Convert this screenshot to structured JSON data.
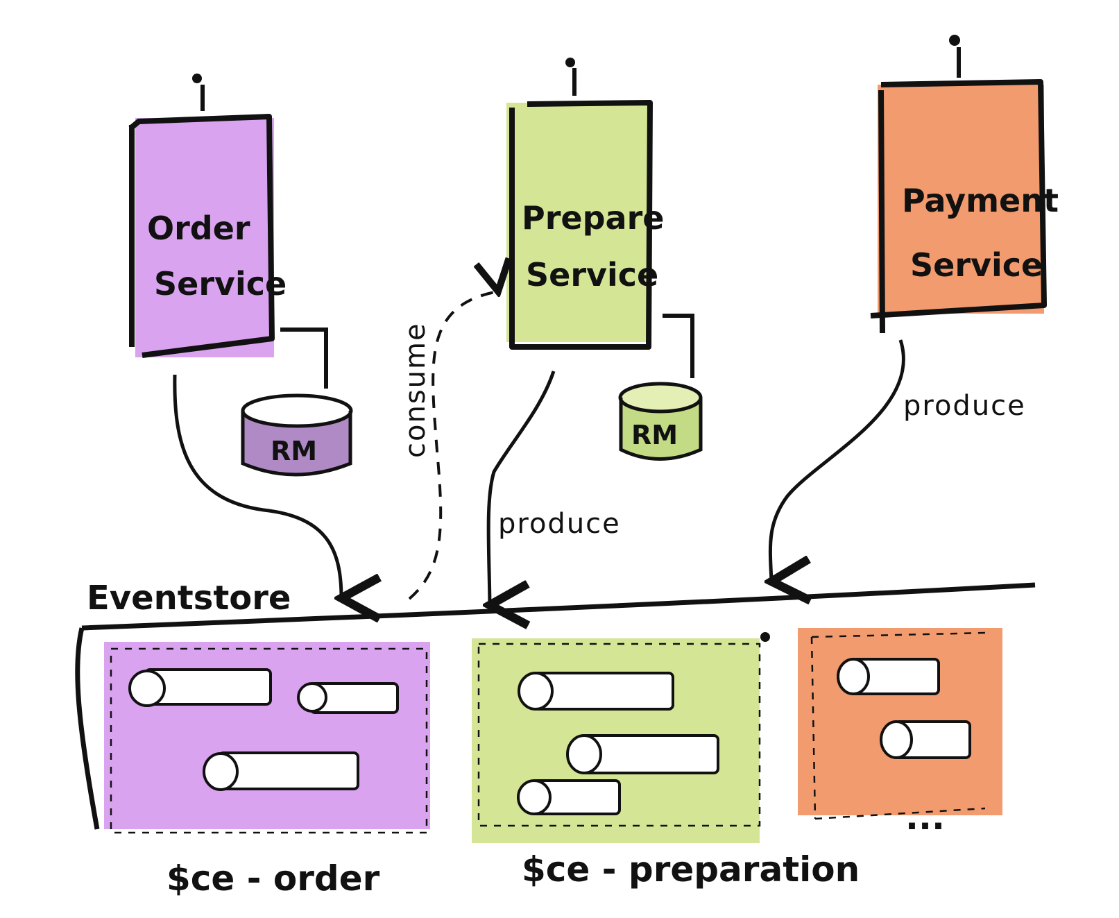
{
  "colors": {
    "order": "#d9a3ef",
    "order_rm": "#b08ac5",
    "order_rm_text": "#5a3a72",
    "prepare": "#d4e595",
    "prepare_rm": "#c3db85",
    "prepare_rm_text": "#6a7e34",
    "payment": "#f29b6e",
    "ink": "#111111",
    "event": "#ffffff"
  },
  "services": {
    "order": {
      "line1": "Order",
      "line2": "Service"
    },
    "prepare": {
      "line1": "Prepare",
      "line2": "Service"
    },
    "payment": {
      "line1": "Payment",
      "line2": "Service"
    }
  },
  "read_models": {
    "order": "RM",
    "prepare": "RM"
  },
  "arrows": {
    "consume": "consume",
    "produce_prepare": "produce",
    "produce_payment": "produce"
  },
  "event_store": {
    "label": "Eventstore"
  },
  "streams": {
    "order": "$ce - order",
    "preparation": "$ce - preparation",
    "more": "..."
  }
}
